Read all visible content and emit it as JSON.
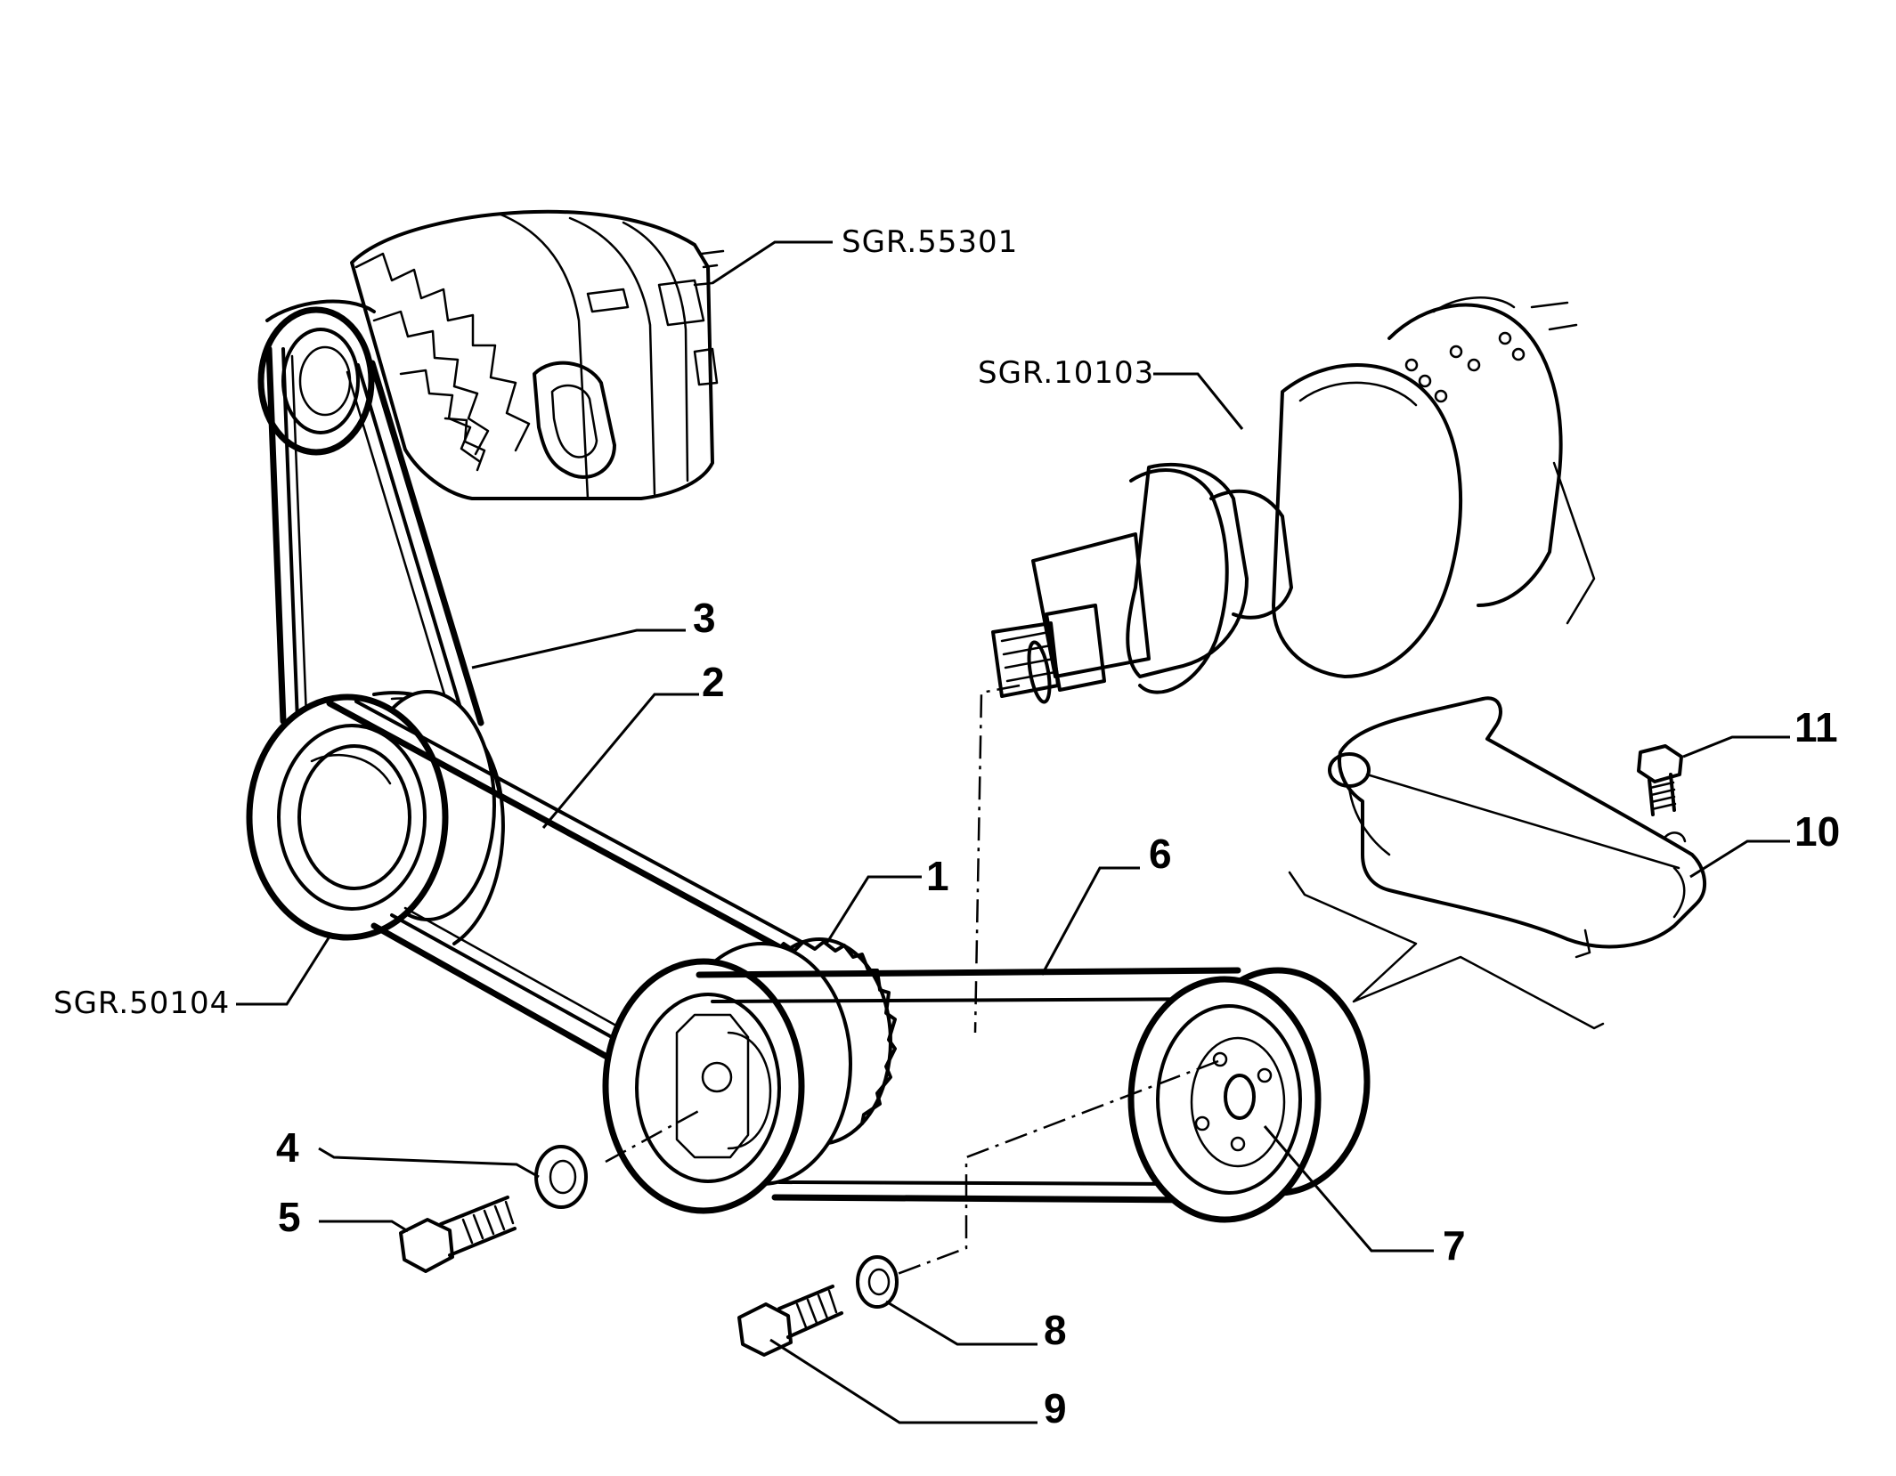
{
  "callouts": {
    "c1": "1",
    "c2": "2",
    "c3": "3",
    "c4": "4",
    "c5": "5",
    "c6": "6",
    "c7": "7",
    "c8": "8",
    "c9": "9",
    "c10": "10",
    "c11": "11"
  },
  "references": {
    "alternator": "SGR.55301",
    "crankshaft": "SGR.10103",
    "pump_pulley": "SGR.50104"
  },
  "colors": {
    "ink": "#000000",
    "paper": "#ffffff"
  }
}
